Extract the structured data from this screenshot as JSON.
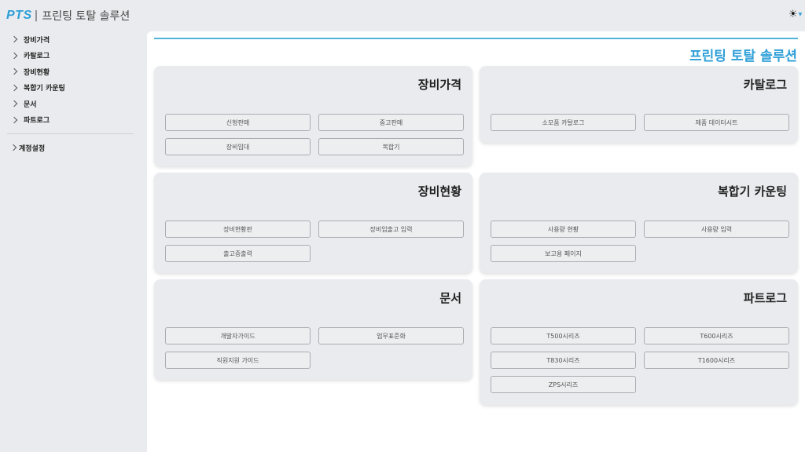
{
  "header": {
    "logo": "PTS",
    "separator": "|",
    "app_title": "프린팅 토탈 솔루션",
    "theme_icon": "sun-icon"
  },
  "sidebar": {
    "items": [
      {
        "label": "장비가격"
      },
      {
        "label": "카탈로그"
      },
      {
        "label": "장비현황"
      },
      {
        "label": "복합기 카운팅"
      },
      {
        "label": "문서"
      },
      {
        "label": "파트로그"
      }
    ],
    "account": {
      "label": "계정설정"
    }
  },
  "main": {
    "title": "프린팅 토탈 솔루션",
    "accent_color": "#2e9fd8",
    "cards": [
      {
        "title": "장비가격",
        "buttons": [
          "신형판매",
          "중고판매",
          "장비임대",
          "복합기"
        ]
      },
      {
        "title": "카탈로그",
        "buttons": [
          "소모품 카탈로그",
          "제품 데이터시트"
        ]
      },
      {
        "title": "장비현황",
        "buttons": [
          "장비현황판",
          "장비입출고 입력",
          "출고증출력"
        ]
      },
      {
        "title": "복합기 카운팅",
        "buttons": [
          "사용량 현황",
          "사용량 입력",
          "보고용 페이지"
        ]
      },
      {
        "title": "문서",
        "buttons": [
          "개발자가이드",
          "업무표준화",
          "직원지원 가이드"
        ]
      },
      {
        "title": "파트로그",
        "buttons": [
          "T500시리즈",
          "T600시리즈",
          "T830시리즈",
          "T1600시리즈",
          "ZPS시리즈"
        ]
      }
    ]
  }
}
